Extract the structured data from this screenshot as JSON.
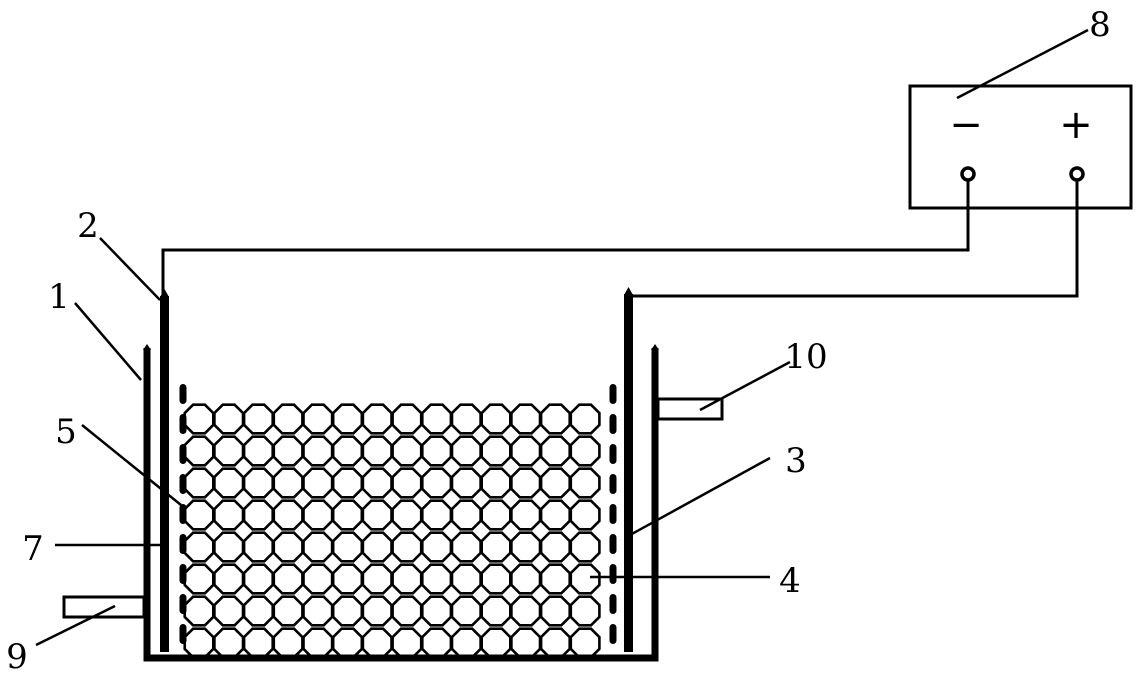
{
  "power_supply": {
    "negative": "−",
    "positive": "+"
  },
  "labels": [
    "1",
    "2",
    "3",
    "4",
    "5",
    "7",
    "8",
    "9",
    "10"
  ],
  "colors": {
    "line": "#000000",
    "fill": "#ffffff"
  },
  "particles": {
    "rows": 8,
    "cols": 14
  }
}
